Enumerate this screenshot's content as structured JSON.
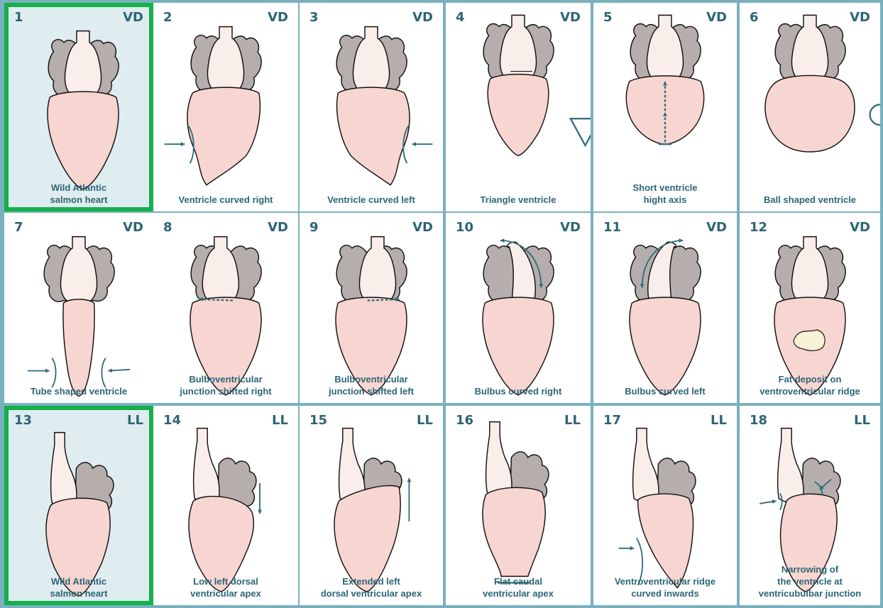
{
  "colors": {
    "frame": "#7ab0bd",
    "highlight_border": "#13b04b",
    "highlight_fill": "#dfecf0",
    "ventricle": "#f7d5d0",
    "bulbus": "#faeeea",
    "atrium": "#b5aeac",
    "marker": "#2e6b78",
    "text": "#2d6575"
  },
  "panels": [
    {
      "num": "1",
      "view": "VD",
      "caption": "Wild Atlantic\nsalmon heart",
      "highlight": true,
      "icon": "reference-heart-icon"
    },
    {
      "num": "2",
      "view": "VD",
      "caption": "Ventricle curved right",
      "icon": "curved-right-heart-icon"
    },
    {
      "num": "3",
      "view": "VD",
      "caption": "Ventricle curved left",
      "icon": "curved-left-heart-icon"
    },
    {
      "num": "4",
      "view": "VD",
      "caption": "Triangle ventricle",
      "icon": "triangle-heart-icon"
    },
    {
      "num": "5",
      "view": "VD",
      "caption": "Short ventricle\nhight axis",
      "icon": "short-axis-heart-icon"
    },
    {
      "num": "6",
      "view": "VD",
      "caption": "Ball shaped ventricle",
      "icon": "ball-heart-icon"
    },
    {
      "num": "7",
      "view": "VD",
      "caption": "Tube shaped ventricle",
      "icon": "tube-heart-icon"
    },
    {
      "num": "8",
      "view": "VD",
      "caption": "Bulboventricular\njunction shifted right",
      "icon": "junction-right-heart-icon"
    },
    {
      "num": "9",
      "view": "VD",
      "caption": "Bulboventricular\njunction shifted left",
      "icon": "junction-left-heart-icon"
    },
    {
      "num": "10",
      "view": "VD",
      "caption": "Bulbus curved right",
      "icon": "bulbus-right-heart-icon"
    },
    {
      "num": "11",
      "view": "VD",
      "caption": "Bulbus curved left",
      "icon": "bulbus-left-heart-icon"
    },
    {
      "num": "12",
      "view": "VD",
      "caption": "Fat deposit on\nventroventricular ridge",
      "icon": "fat-deposit-heart-icon"
    },
    {
      "num": "13",
      "view": "LL",
      "caption": "Wild Atlantic\nsalmon heart",
      "highlight": true,
      "icon": "reference-lateral-heart-icon"
    },
    {
      "num": "14",
      "view": "LL",
      "caption": "Low left dorsal\nventricular apex",
      "icon": "low-apex-heart-icon"
    },
    {
      "num": "15",
      "view": "LL",
      "caption": "Extended left\ndorsal ventricular apex",
      "icon": "extended-apex-heart-icon"
    },
    {
      "num": "16",
      "view": "LL",
      "caption": "Flat caudal\nventricular apex",
      "icon": "flat-apex-heart-icon"
    },
    {
      "num": "17",
      "view": "LL",
      "caption": "Ventroventricular ridge\ncurved inwards",
      "icon": "ridge-inward-heart-icon"
    },
    {
      "num": "18",
      "view": "LL",
      "caption": "Narrowing of\nthe ventricle at\nventricubulbar junction",
      "icon": "narrowing-heart-icon"
    }
  ]
}
